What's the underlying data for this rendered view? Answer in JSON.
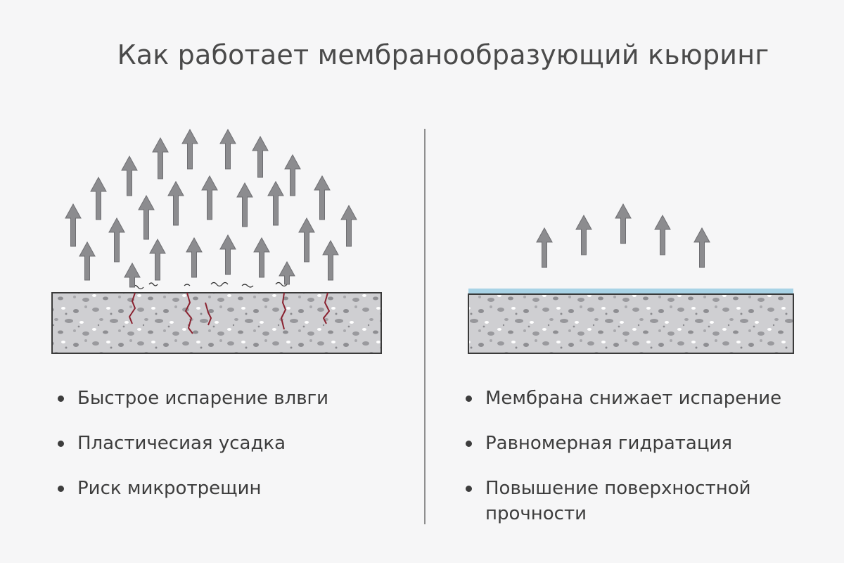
{
  "title": "Как работает мембранообразующий кьюринг",
  "left_panel": {
    "bullets": [
      "Быстрое испарение влвги",
      "Пластичесиая усадка",
      "Риск микротрещин"
    ]
  },
  "right_panel": {
    "bullets": [
      "Мембрана снижает испарение",
      "Равномерная гидратация",
      "Повышение поверхностной прочности"
    ]
  },
  "colors": {
    "concrete_fill": "#cfcfd2",
    "aggregate": "#9a9a9e",
    "arrow": "#8c8c8f",
    "crack": "#8a2230",
    "membrane": "#a8d3e6"
  }
}
